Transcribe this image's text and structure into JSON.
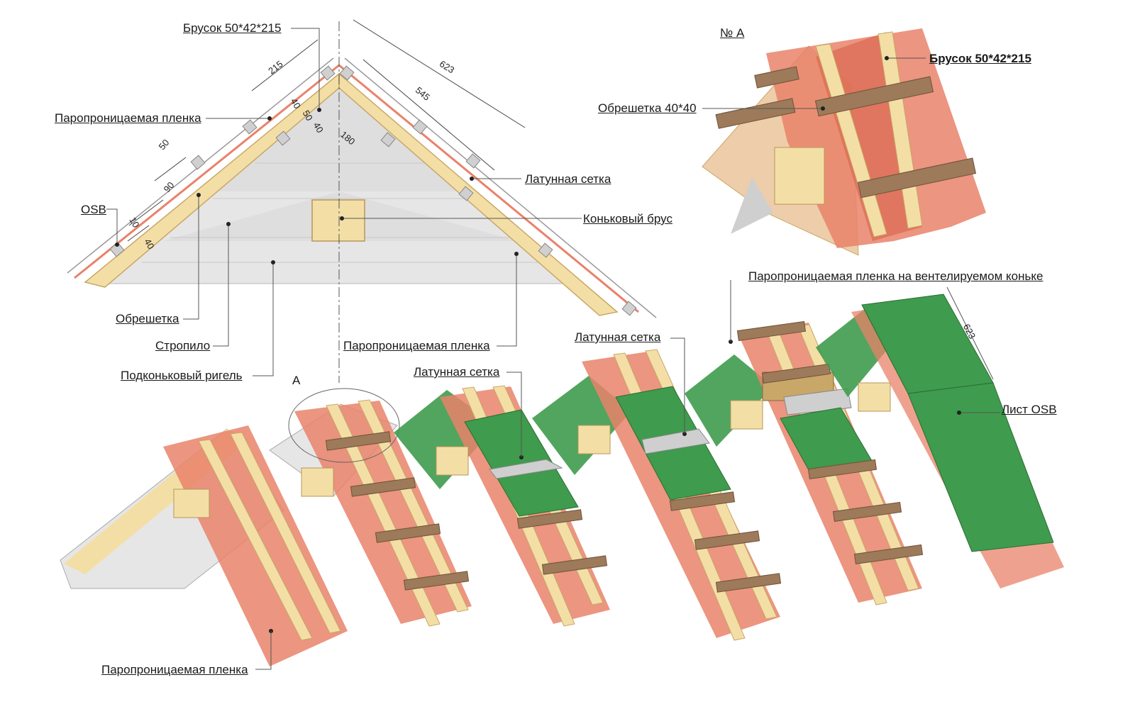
{
  "labels": {
    "brusok_top": "Брусок 50*42*215",
    "film_top": "Паропроницаемая пленка",
    "osb": "OSB",
    "obreshetka": "Обрешетка",
    "stropilo": "Стропило",
    "rigel": "Подконьковый ригель",
    "film_mid": "Паропроницаемая пленка",
    "latun_top": "Латунная сетка",
    "konkovy": "Коньковый брус",
    "no_a": "№ А",
    "brusok_detail": "Брусок 50*42*215",
    "obreshetka_4040": "Обрешетка 40*40",
    "film_vent": "Паропроницаемая пленка на вентелируемом коньке",
    "latun_mid": "Латунная сетка",
    "latun_left": "Латунная сетка",
    "list_osb": "Лист OSB",
    "marker_a": "А",
    "film_bottom": "Паропроницаемая пленка"
  },
  "dimensions": {
    "d215": "215",
    "d623": "623",
    "d545": "545",
    "d40a": "40",
    "d50a": "50",
    "d40b": "40",
    "d180": "180",
    "d50": "50",
    "d90": "90",
    "d10": "10",
    "d40c": "40",
    "d623b": "623"
  },
  "colors": {
    "wood": "#f3dfa6",
    "wood_dark": "#c9a768",
    "film": "#e9826a",
    "film_dark": "#d9634a",
    "osb_green": "#3f9b4d",
    "batten": "#9c7a5a",
    "board_grey": "#dcdcdc"
  }
}
